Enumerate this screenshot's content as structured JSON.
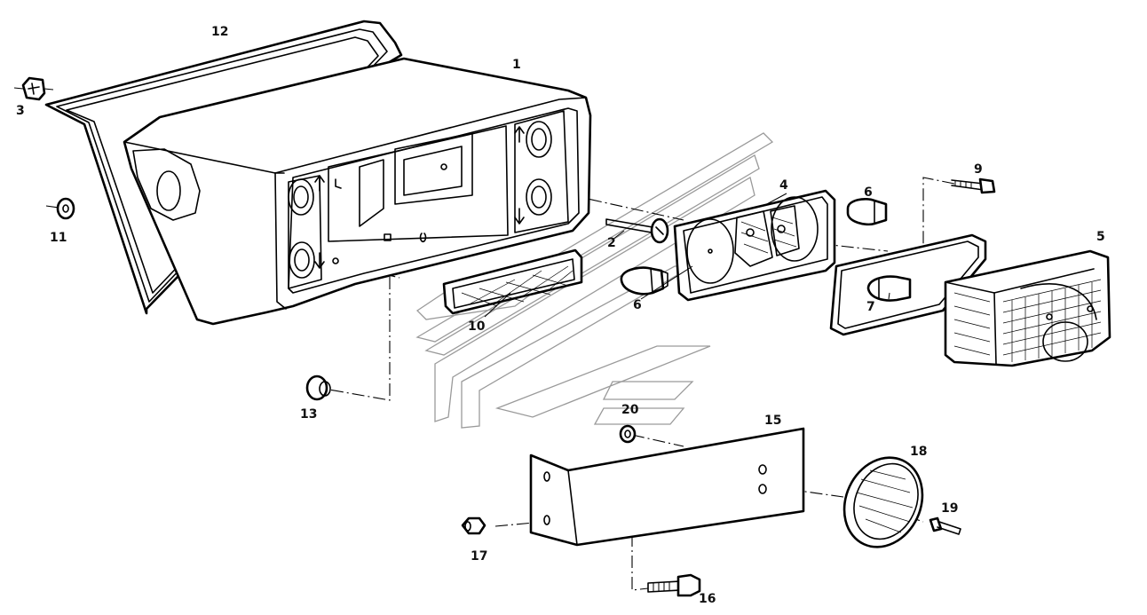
{
  "diagram": {
    "callouts": [
      {
        "id": "c1",
        "label": "1"
      },
      {
        "id": "c2",
        "label": "2"
      },
      {
        "id": "c3",
        "label": "3"
      },
      {
        "id": "c4",
        "label": "4"
      },
      {
        "id": "c5",
        "label": "5"
      },
      {
        "id": "c6a",
        "label": "6"
      },
      {
        "id": "c6b",
        "label": "6"
      },
      {
        "id": "c7",
        "label": "7"
      },
      {
        "id": "c9",
        "label": "9"
      },
      {
        "id": "c10",
        "label": "10"
      },
      {
        "id": "c11",
        "label": "11"
      },
      {
        "id": "c12",
        "label": "12"
      },
      {
        "id": "c13",
        "label": "13"
      },
      {
        "id": "c15",
        "label": "15"
      },
      {
        "id": "c16",
        "label": "16"
      },
      {
        "id": "c17",
        "label": "17"
      },
      {
        "id": "c18",
        "label": "18"
      },
      {
        "id": "c19",
        "label": "19"
      },
      {
        "id": "c20",
        "label": "20"
      }
    ]
  }
}
